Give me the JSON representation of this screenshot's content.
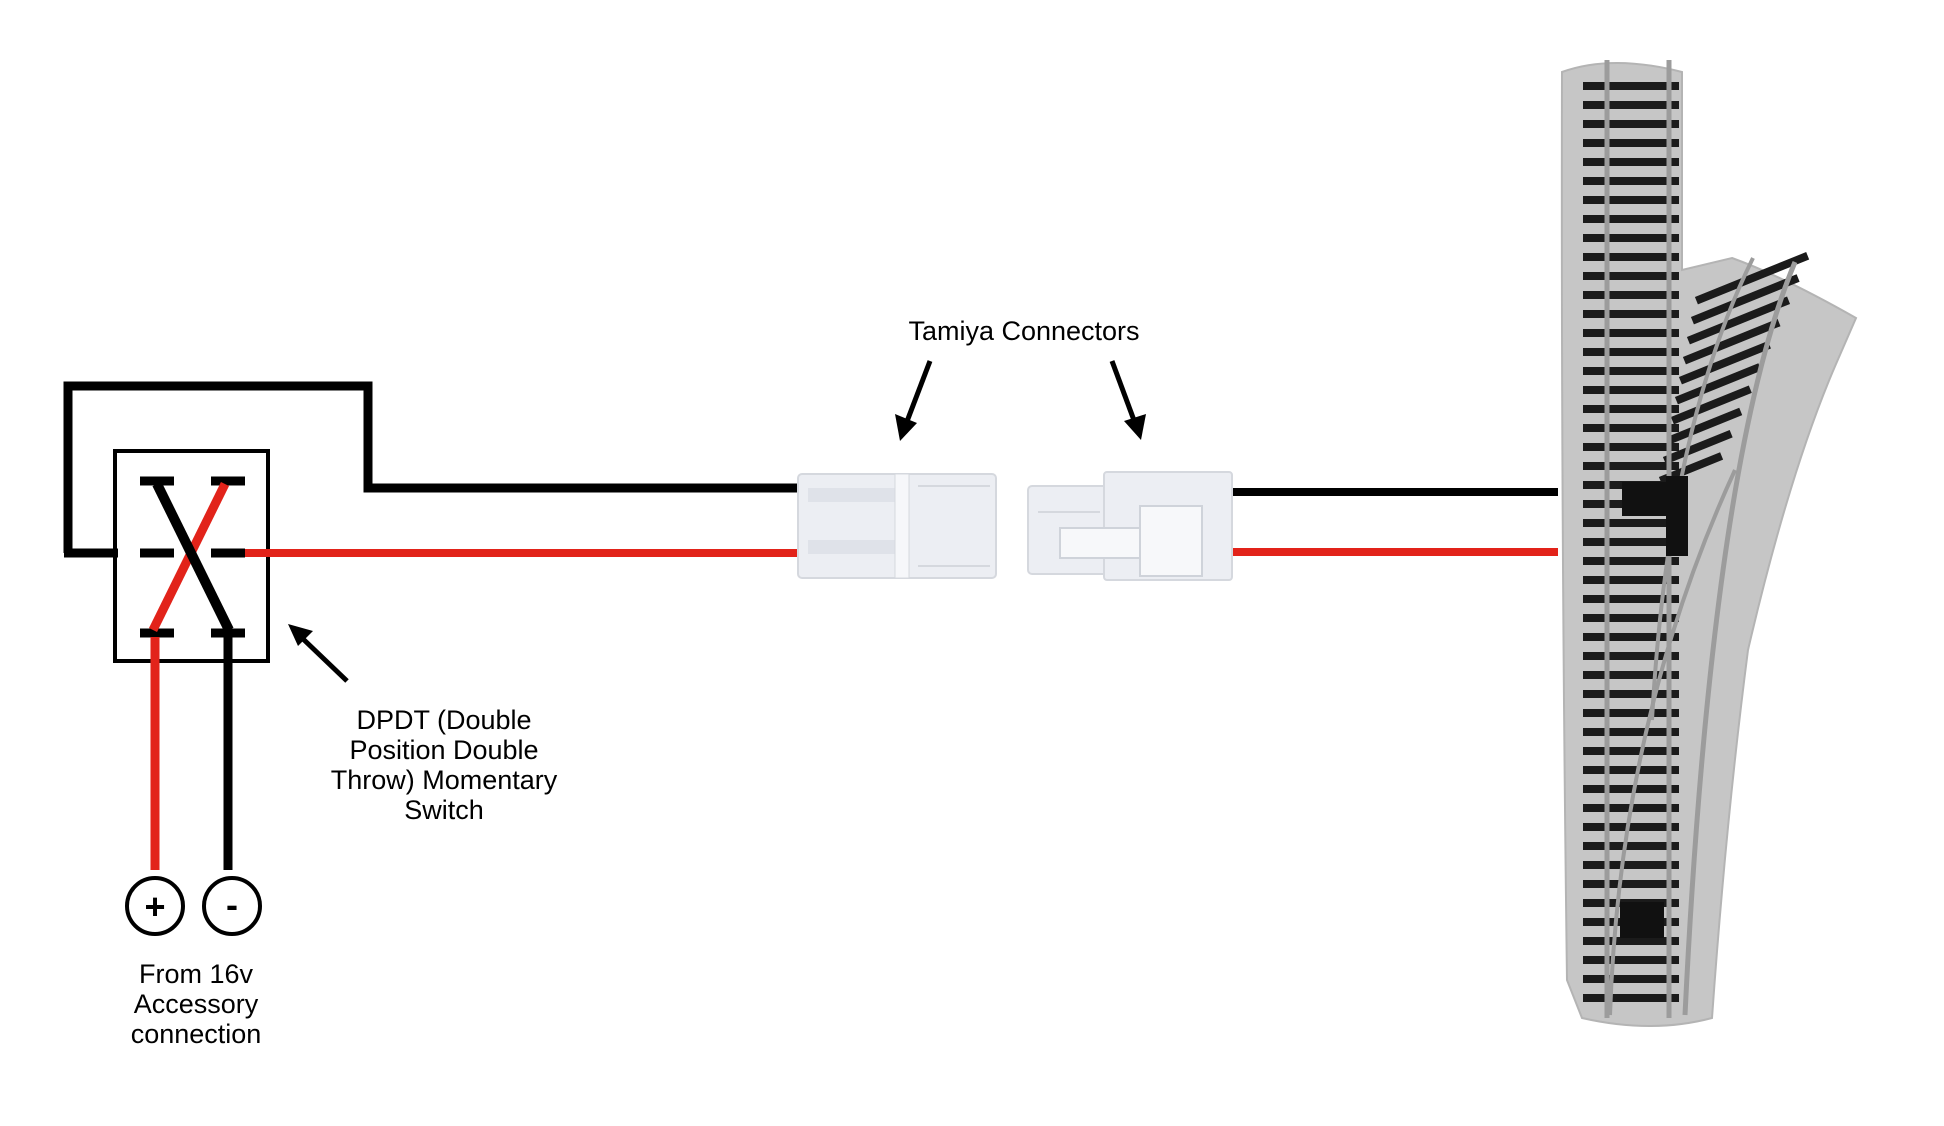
{
  "labels": {
    "tamiya": "Tamiya Connectors",
    "dpdt_line1": "DPDT (Double",
    "dpdt_line2": "Position Double",
    "dpdt_line3": "Throw) Momentary",
    "dpdt_line4": "Switch",
    "source_line1": "From 16v",
    "source_line2": "Accessory",
    "source_line3": "connection"
  },
  "terminals": {
    "positive": "+",
    "negative": "-"
  },
  "colors": {
    "wire_black": "#000000",
    "wire_red": "#e2231a",
    "connector_body": "#ebeef3",
    "track_ballast": "#c4c4c4",
    "track_tie": "#1b1b1b",
    "track_rail": "#a9a9a9"
  }
}
